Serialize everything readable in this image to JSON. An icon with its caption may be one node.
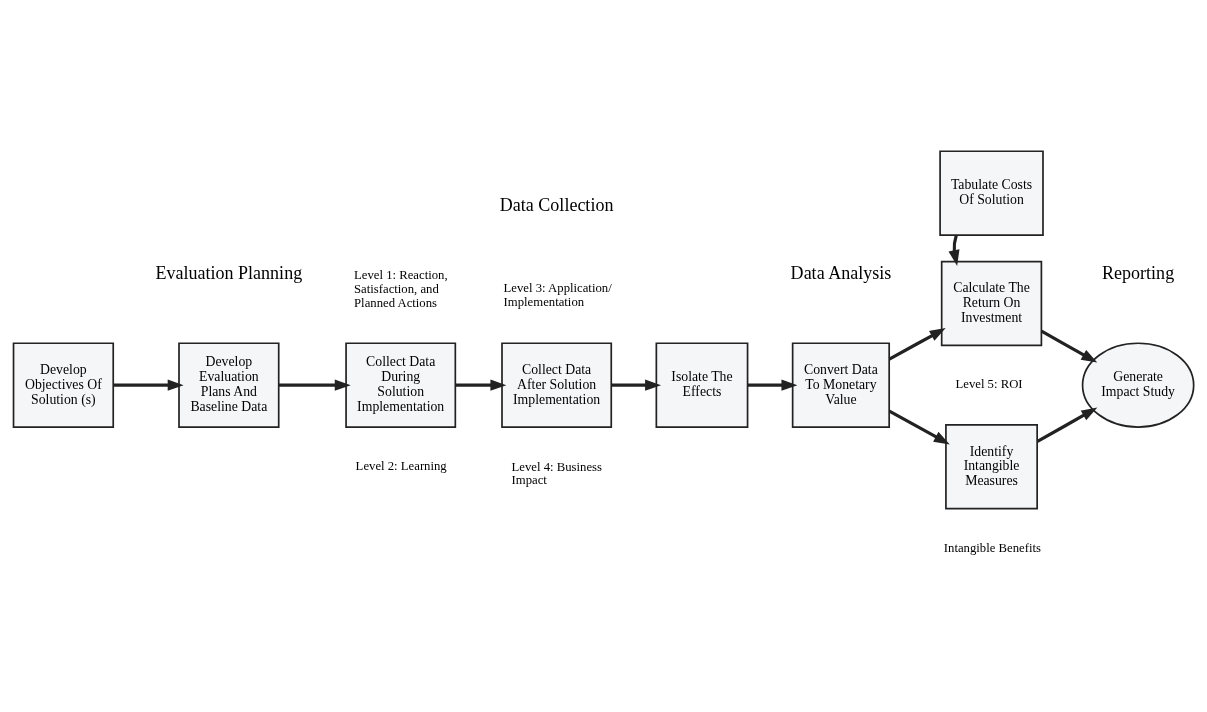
{
  "diagram": {
    "nodes": [
      {
        "text": [
          "Develop Objectives Of Solution (s)"
        ]
      },
      {
        "text": [
          "Develop Evaluation Plans And Baseline Data"
        ]
      },
      {
        "text": [
          "Collect Data During Solution Implementation"
        ],
        "beside": [
          "Level 1: Reaction, Satisfaction, and Planned Actions",
          "Level 2: Learning"
        ]
      },
      {
        "text": [
          "Collect Data After Solution Implementation"
        ],
        "beside": [
          "Level 3: Application/ Implementation",
          "Level 4: Business Impact"
        ]
      },
      {
        "text": [
          "Isolate The Effects"
        ]
      },
      {
        "text": [
          "Convert Data To Monetary Value"
        ]
      },
      {
        "text": [
          "Tabulate Costs Of Solution"
        ]
      },
      {
        "text": [
          "Calculate The Return On Investment"
        ],
        "beside": [
          "Level 5: ROI"
        ]
      },
      {
        "text": [
          "Generate Impact Study"
        ]
      },
      {
        "text": [
          "Identify Intangible Measures"
        ],
        "beside": [
          "Intangible Benefits"
        ]
      }
    ],
    "edges": [
      {
        "from": 0,
        "to": 1,
        "arrow": "to"
      },
      {
        "from": 1,
        "to": 2,
        "arrow": "to"
      },
      {
        "from": 2,
        "to": 3,
        "arrow": "to"
      },
      {
        "from": 3,
        "to": 4,
        "arrow": "to"
      },
      {
        "from": 4,
        "to": 5,
        "arrow": "to"
      },
      {
        "from": 5,
        "to": 7,
        "arrow": "to"
      },
      {
        "from": 6,
        "to": 7,
        "arrow": "to"
      },
      {
        "from": 7,
        "to": 8,
        "arrow": "to"
      },
      {
        "from": 5,
        "to": 9,
        "arrow": "to"
      },
      {
        "from": 9,
        "to": 8,
        "arrow": "to"
      }
    ],
    "labels": [
      "Evaluation Planning",
      "Data Collection",
      "Data Analysis",
      "Reporting"
    ]
  }
}
